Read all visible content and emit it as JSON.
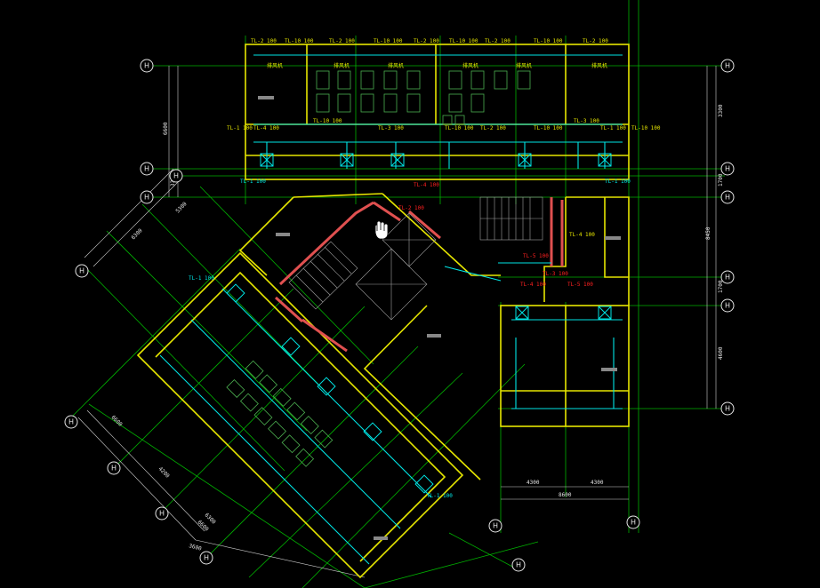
{
  "drawing": {
    "background": "#000000",
    "colors": {
      "grid": "#00b200",
      "walls": "#e6e600",
      "duct": "#00e5e5",
      "fire_wall": "#e05050",
      "text_yellow": "#e6e600",
      "text_cyan": "#00e5e5",
      "text_red": "#ff2020",
      "dimension": "#e6e6e6",
      "fixture": "#4caf50",
      "axis_bubble": "#e6e6e6"
    },
    "icons": [
      "grid-axis-bubble",
      "exhaust-fan-icon",
      "air-outlet-icon",
      "stair-icon",
      "elevator-icon",
      "hand-cursor-icon"
    ]
  },
  "axis_bubbles": [
    {
      "id": "top-left-1",
      "label": "H"
    },
    {
      "id": "top-left-2",
      "label": "H"
    },
    {
      "id": "top-left-3",
      "label": "H"
    },
    {
      "id": "top-left-4",
      "label": "H"
    },
    {
      "id": "right-1",
      "label": "H"
    },
    {
      "id": "right-2",
      "label": "H"
    },
    {
      "id": "right-3",
      "label": "H"
    },
    {
      "id": "right-4",
      "label": "H"
    },
    {
      "id": "right-5",
      "label": "H"
    },
    {
      "id": "right-6",
      "label": "H"
    },
    {
      "id": "right-7",
      "label": "H"
    },
    {
      "id": "left-diag-1",
      "label": "H"
    },
    {
      "id": "left-diag-2",
      "label": "H"
    },
    {
      "id": "left-diag-3",
      "label": "H"
    },
    {
      "id": "left-diag-4",
      "label": "H"
    },
    {
      "id": "left-diag-5",
      "label": "H"
    },
    {
      "id": "bottom-1",
      "label": "H"
    },
    {
      "id": "bottom-2",
      "label": "H"
    }
  ],
  "dimensions": {
    "top_right_1": "6600",
    "top_right_2": "3600",
    "right_1": "3300",
    "right_2": "1700",
    "right_3": "8450",
    "right_4": "1700",
    "right_5": "4600",
    "left_1": "6600",
    "left_2": "3300",
    "bottom_1": "4300",
    "bottom_2": "4300",
    "bottom_total": "8600",
    "diag_1": "6300",
    "diag_2": "5300",
    "diag_3": "6600",
    "diag_4": "4200",
    "diag_5": "6300"
  },
  "duct_tags_top": [
    "TL-2 100",
    "TL-10 100",
    "TL-2 100",
    "TL-10 100",
    "TL-2 100",
    "TL-10 100",
    "TL-2 100",
    "TL-10 100",
    "TL-2 100"
  ],
  "duct_tags_mid": [
    "TL-1 100",
    "TL-4 100",
    "TL-10 100",
    "TL-3 100",
    "TL-10 100",
    "TL-2 100",
    "TL-10 100",
    "TL-3 100",
    "TL-1 100",
    "TL-10 100",
    "TL-4 100"
  ],
  "red_tags": [
    "TL-4 100",
    "TL-2 100",
    "TL-5 100",
    "TL-4 100",
    "TL-5 100",
    "TL-3 100"
  ],
  "room_labels": [
    "排风机",
    "排风机",
    "排风机",
    "排风机",
    "排风机",
    "排风机"
  ],
  "cyan_notes": [
    "TL-1 100",
    "TL-1 100",
    "TL-1 100",
    "TL-1 100"
  ]
}
